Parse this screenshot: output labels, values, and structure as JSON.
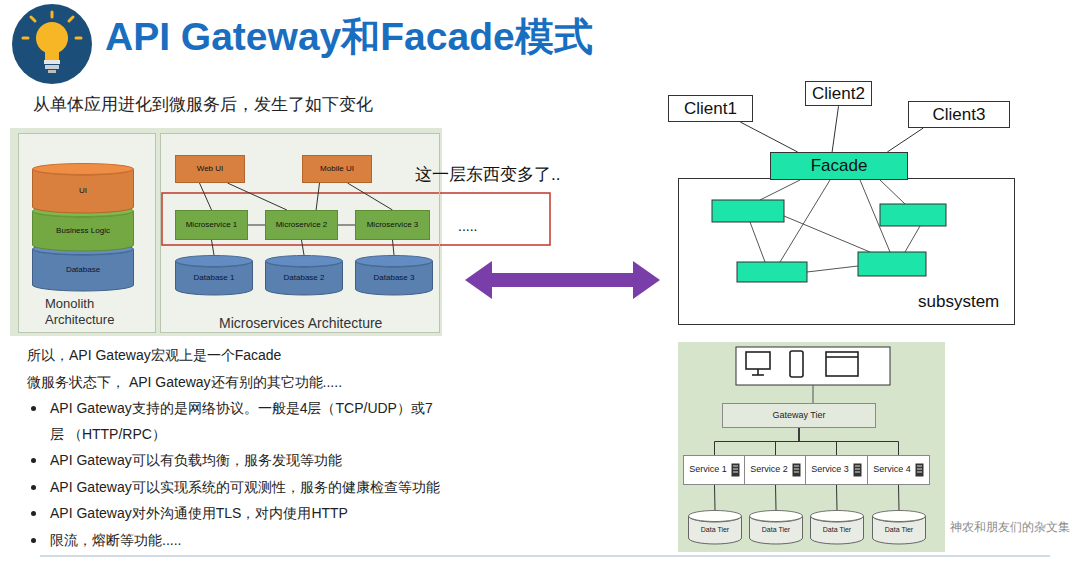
{
  "diagram": {
    "title": "API Gateway和Facade模式",
    "nodes": [
      {
        "text": [
          "Monolith Architecture"
        ]
      },
      {
        "text": [
          "UI"
        ],
        "in": 0
      },
      {
        "text": [
          "Business Logic"
        ],
        "in": 0
      },
      {
        "text": [
          "Database"
        ],
        "in": 0
      },
      {
        "text": [
          "Microservices Architecture"
        ]
      },
      {
        "text": [
          "Web UI"
        ],
        "in": 4
      },
      {
        "text": [
          "Mobile UI"
        ],
        "in": 4
      },
      {
        "text": [
          "Microservice 1"
        ],
        "in": 4
      },
      {
        "text": [
          "Microservice 2"
        ],
        "in": 4
      },
      {
        "text": [
          "Microservice 3"
        ],
        "in": 4
      },
      {
        "text": [
          "Database 1"
        ],
        "in": 4
      },
      {
        "text": [
          "Database 2"
        ],
        "in": 4
      },
      {
        "text": [
          "Database 3"
        ],
        "in": 4
      },
      {
        "text": [
          "Client1"
        ]
      },
      {
        "text": [
          "Client2"
        ]
      },
      {
        "text": [
          "Client3"
        ]
      },
      {
        "text": [
          "Facade"
        ]
      },
      {
        "text": [
          "subsystem"
        ]
      },
      {
        "text": [
          "Gateway Tier"
        ]
      },
      {
        "text": [
          "Service 1"
        ]
      },
      {
        "text": [
          "Service 2"
        ]
      },
      {
        "text": [
          "Service 3"
        ]
      },
      {
        "text": [
          "Service 4"
        ]
      },
      {
        "text": [
          "Data Tier"
        ]
      },
      {
        "text": [
          "Data Tier"
        ]
      },
      {
        "text": [
          "Data Tier"
        ]
      },
      {
        "text": [
          "Data Tier"
        ]
      }
    ],
    "edges": [
      {
        "from": 5,
        "to": 7,
        "arrow": "none"
      },
      {
        "from": 5,
        "to": 8,
        "arrow": "none"
      },
      {
        "from": 6,
        "to": 8,
        "arrow": "none"
      },
      {
        "from": 6,
        "to": 9,
        "arrow": "none"
      },
      {
        "from": 7,
        "to": 8,
        "arrow": "none"
      },
      {
        "from": 8,
        "to": 9,
        "arrow": "none"
      },
      {
        "from": 7,
        "to": 10,
        "arrow": "none"
      },
      {
        "from": 8,
        "to": 11,
        "arrow": "none"
      },
      {
        "from": 9,
        "to": 12,
        "arrow": "none"
      },
      {
        "from": 13,
        "to": 16,
        "arrow": "none"
      },
      {
        "from": 14,
        "to": 16,
        "arrow": "none"
      },
      {
        "from": 15,
        "to": 16,
        "arrow": "none"
      },
      {
        "from": 18,
        "to": 19,
        "arrow": "none"
      },
      {
        "from": 18,
        "to": 20,
        "arrow": "none"
      },
      {
        "from": 18,
        "to": 21,
        "arrow": "none"
      },
      {
        "from": 18,
        "to": 22,
        "arrow": "none"
      },
      {
        "from": 19,
        "to": 23,
        "arrow": "none"
      },
      {
        "from": 20,
        "to": 24,
        "arrow": "none"
      },
      {
        "from": 21,
        "to": 25,
        "arrow": "none"
      },
      {
        "from": 22,
        "to": 26,
        "arrow": "none"
      }
    ],
    "labels": [
      "从单体应用进化到微服务后，发生了如下变化",
      "这一层东西变多了..",
      ".....",
      "所以，API Gateway宏观上是一个Facade",
      "微服务状态下， API Gateway还有别的其它功能.....",
      "API Gateway支持的是网络协议。一般是4层（TCP/UDP）或7层 （HTTP/RPC）",
      "API Gateway可以有负载均衡，服务发现等功能",
      "API Gateway可以实现系统的可观测性，服务的健康检查等功能",
      "API Gateway对外沟通使用TLS，对内使用HTTP",
      "限流，熔断等功能.....",
      "神农和朋友们的杂文集"
    ]
  }
}
